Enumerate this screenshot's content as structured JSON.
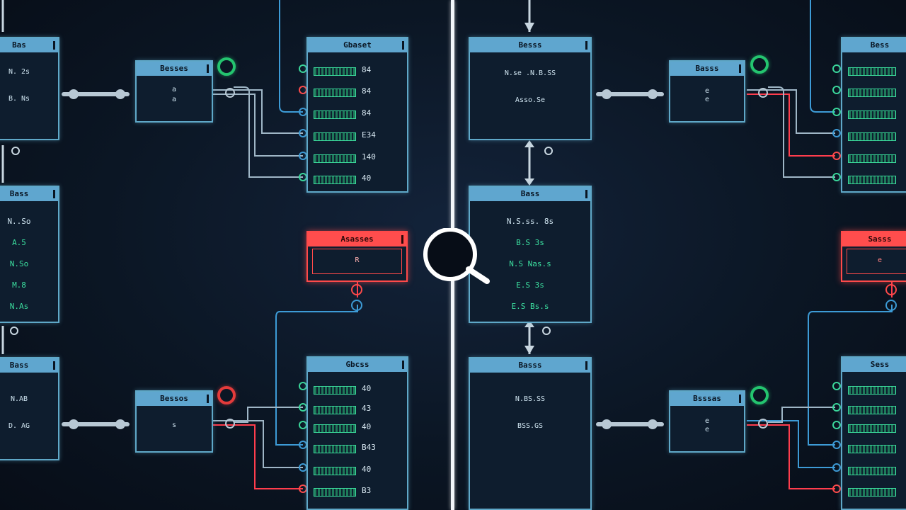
{
  "diagram": {
    "left_panel": {
      "source_nodes": [
        {
          "title": "Bas",
          "lines": [
            "N. 2s",
            "B. Ns"
          ]
        },
        {
          "title": "Bass",
          "lines": [
            "N..So",
            "A.5",
            "N.So",
            "M.8",
            "N.As"
          ]
        },
        {
          "title": "Bass",
          "lines": [
            "N.AB",
            "D. AG"
          ]
        }
      ],
      "relay_nodes": [
        {
          "title": "Besses",
          "lines": [
            "a",
            "a"
          ]
        },
        {
          "title": "Bessos",
          "lines": [
            "s"
          ]
        }
      ],
      "alert_node": {
        "title": "Asasses",
        "lines": [
          "R"
        ]
      },
      "data_tables": [
        {
          "title": "Gbaset",
          "rows": [
            "84",
            "84",
            "84",
            "E34",
            "140",
            "40"
          ]
        },
        {
          "title": "Gbcss",
          "rows": [
            "40",
            "43",
            "40",
            "B43",
            "40",
            "B3"
          ]
        }
      ]
    },
    "right_panel": {
      "source_nodes": [
        {
          "title": "Besss",
          "lines": [
            "N.se .N.B.SS",
            "Asso.Se"
          ]
        },
        {
          "title": "Bass",
          "lines": [
            "N.S.ss. 8s",
            "B.S 3s",
            "N.S Nas.s",
            "E.S 3s",
            "E.S Bs.s"
          ]
        },
        {
          "title": "Basss",
          "lines": [
            "N.BS.SS",
            "BSS.GS"
          ]
        }
      ],
      "relay_nodes": [
        {
          "title": "Basss",
          "lines": [
            "e",
            "e"
          ]
        },
        {
          "title": "Bsssas",
          "lines": [
            "e",
            "e"
          ]
        }
      ],
      "alert_node": {
        "title": "Sasss",
        "lines": [
          "e"
        ]
      },
      "data_tables": [
        {
          "title": "Bess",
          "rows": [
            "",
            "",
            "",
            "",
            ""
          ]
        },
        {
          "title": "Sess",
          "rows": [
            "",
            "",
            "",
            "",
            "",
            ""
          ]
        }
      ]
    },
    "center_tool": {
      "icon": "magnifier-icon"
    },
    "colors": {
      "background": "#0b1422",
      "node_header": "#5fa6cf",
      "alert": "#ff4a4a",
      "wire_blue": "#3d9bd6",
      "wire_red": "#ff3d4d",
      "wire_gray": "#9fb6c6",
      "status_green": "#24c46f",
      "status_red": "#e33b3b"
    }
  }
}
